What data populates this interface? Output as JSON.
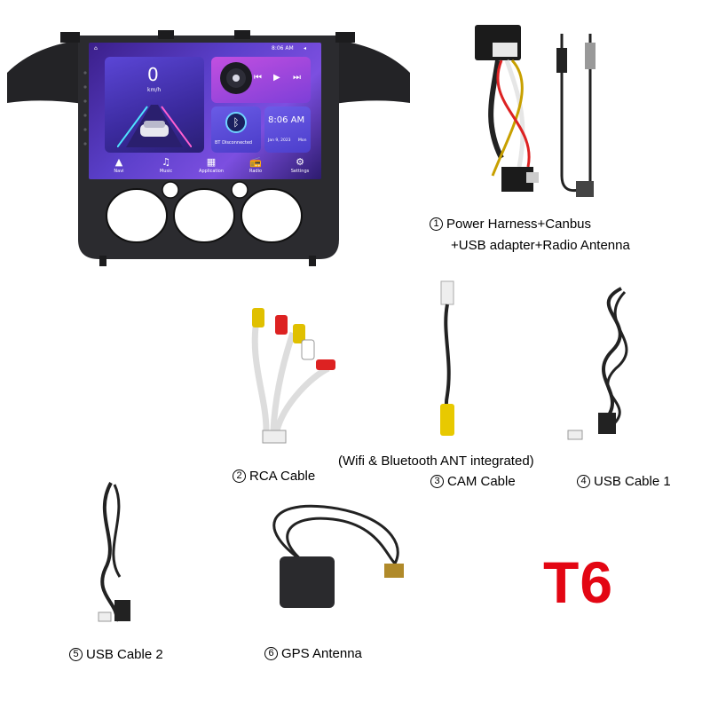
{
  "screen": {
    "status_time": "8:06 AM",
    "speed_value": "0",
    "speed_unit": "km/h",
    "bt_status": "BT Disconnected",
    "clock_time": "8:06 AM",
    "clock_date": "Jan 9, 2023",
    "clock_day": "Mon",
    "dock": [
      {
        "label": "Navi",
        "icon": "navigation-icon"
      },
      {
        "label": "Music",
        "icon": "music-note-icon"
      },
      {
        "label": "Application",
        "icon": "apps-grid-icon"
      },
      {
        "label": "Radio",
        "icon": "radio-icon"
      },
      {
        "label": "Settings",
        "icon": "gear-icon"
      }
    ]
  },
  "items": {
    "item1": {
      "num": "1",
      "line1": "Power Harness+Canbus",
      "line2": "+USB adapter+Radio Antenna"
    },
    "item2": {
      "num": "2",
      "label": "RCA Cable"
    },
    "item3": {
      "num": "3",
      "label": "CAM Cable",
      "note": "(Wifi & Bluetooth ANT integrated)"
    },
    "item4": {
      "num": "4",
      "label": "USB Cable 1"
    },
    "item5": {
      "num": "5",
      "label": "USB Cable 2"
    },
    "item6": {
      "num": "6",
      "label": "GPS Antenna"
    }
  },
  "model": "T6",
  "colors": {
    "model_text": "#e30613",
    "frame": "#2b2b2f",
    "screen_accent": "#5a3fc9"
  }
}
